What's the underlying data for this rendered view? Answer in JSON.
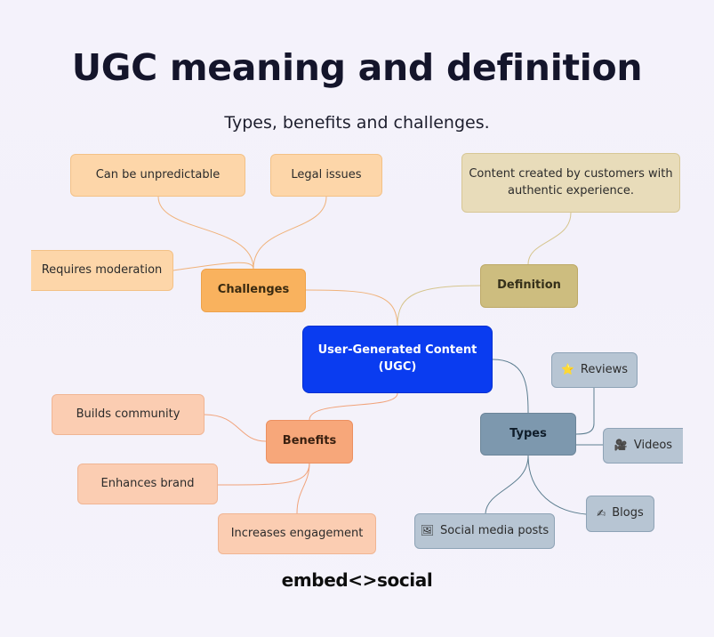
{
  "title": "UGC meaning and definition",
  "subtitle": "Types, benefits and challenges.",
  "center": {
    "line1": "User-Generated Content",
    "line2": "(UGC)"
  },
  "challenges": {
    "label": "Challenges",
    "color": "#f9b25e",
    "items": [
      "Can be unpredictable",
      "Legal issues",
      "Requires moderation"
    ]
  },
  "definition": {
    "label": "Definition",
    "color": "#cdbd7f",
    "text_line1": "Content created by customers with",
    "text_line2": "authentic experience."
  },
  "benefits": {
    "label": "Benefits",
    "color": "#f7a77a",
    "items": [
      "Builds community",
      "Enhances brand",
      "Increases engagement"
    ]
  },
  "types": {
    "label": "Types",
    "color": "#7d98ae",
    "items": [
      {
        "label": "Reviews",
        "icon": "⭐",
        "icon_name": "star-icon"
      },
      {
        "label": "Videos",
        "icon": "🎥",
        "icon_name": "video-camera-icon"
      },
      {
        "label": "Blogs",
        "icon": "✍",
        "icon_name": "writing-hand-icon"
      },
      {
        "label": "Social media posts",
        "icon": "🖼",
        "icon_name": "picture-icon"
      }
    ]
  },
  "brand": {
    "part1": "embed",
    "mark": "<>",
    "part2": "social"
  },
  "colors": {
    "center": "#0a3cf0",
    "background": "#f4f2fb"
  }
}
